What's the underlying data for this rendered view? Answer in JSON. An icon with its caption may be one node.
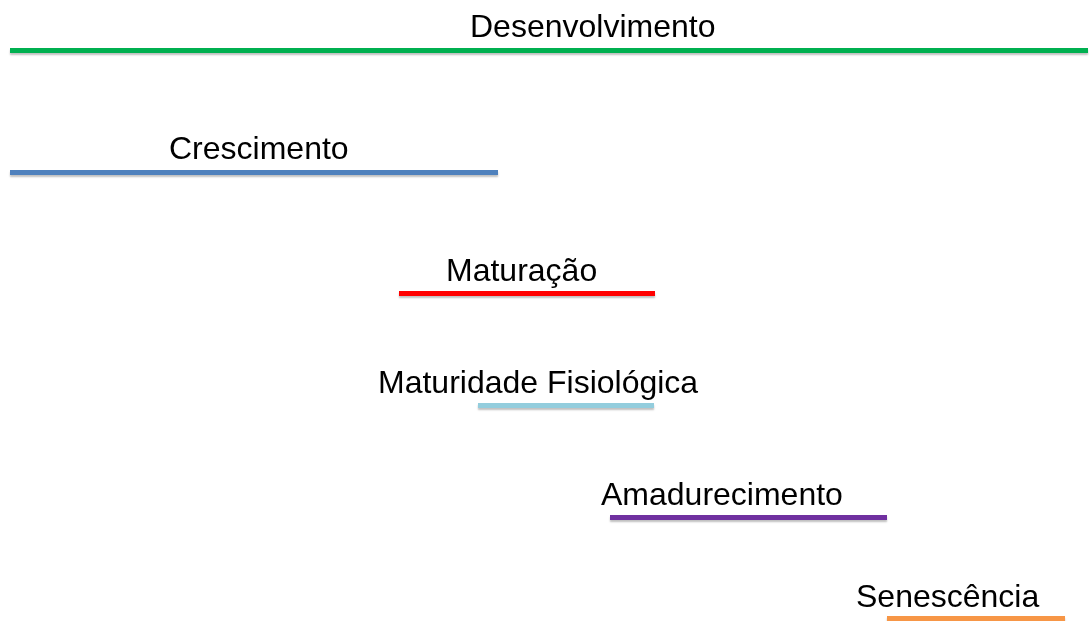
{
  "diagram": {
    "nodes": [
      {
        "text": [
          "Desenvolvimento"
        ]
      },
      {
        "text": [
          "Crescimento"
        ]
      },
      {
        "text": [
          "Maturação"
        ]
      },
      {
        "text": [
          "Maturidade Fisiológica"
        ]
      },
      {
        "text": [
          "Amadurecimento"
        ]
      },
      {
        "text": [
          "Senescência"
        ]
      }
    ]
  }
}
